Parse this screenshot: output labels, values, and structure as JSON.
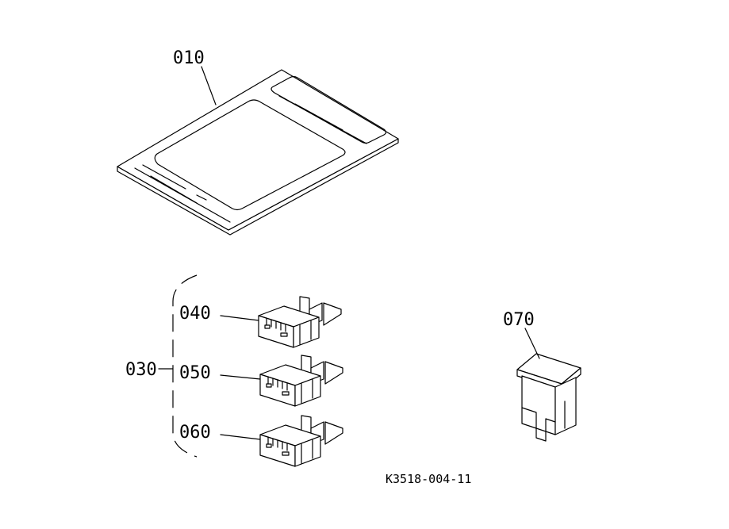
{
  "callouts": {
    "manual": "010",
    "fuse_set": "030",
    "fuse_a": "040",
    "fuse_b": "050",
    "fuse_c": "060",
    "fusible_link": "070"
  },
  "drawing_code": "K3518-004-11"
}
